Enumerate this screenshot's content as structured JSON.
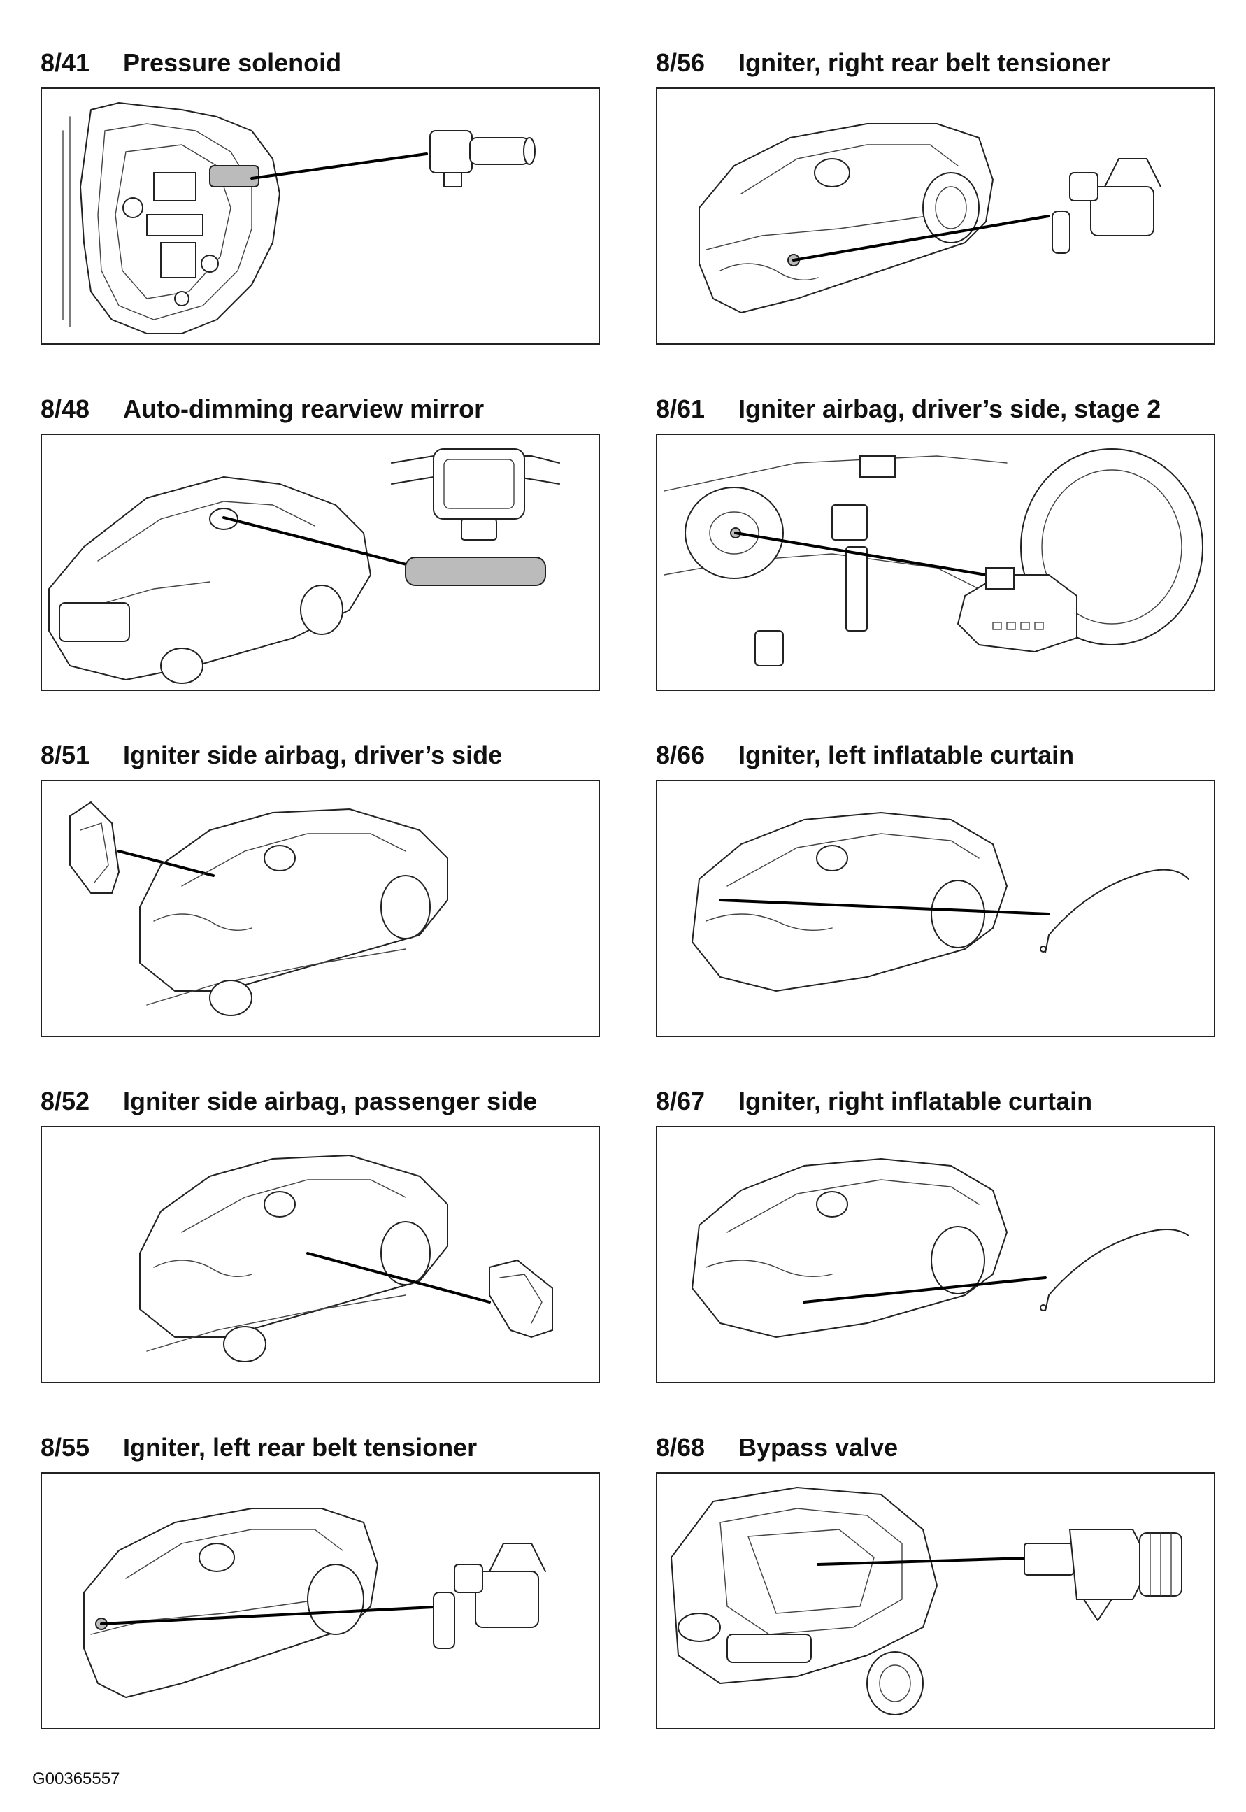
{
  "components": [
    {
      "code": "8/41",
      "name": "Pressure solenoid"
    },
    {
      "code": "8/56",
      "name": "Igniter, right rear belt tensioner"
    },
    {
      "code": "8/48",
      "name": "Auto-dimming rearview mirror"
    },
    {
      "code": "8/61",
      "name": "Igniter airbag, driver’s side, stage 2"
    },
    {
      "code": "8/51",
      "name": "Igniter side airbag, driver’s side"
    },
    {
      "code": "8/66",
      "name": "Igniter, left inflatable curtain"
    },
    {
      "code": "8/52",
      "name": "Igniter side airbag, passenger side"
    },
    {
      "code": "8/67",
      "name": "Igniter, right inflatable curtain"
    },
    {
      "code": "8/55",
      "name": "Igniter, left rear belt tensioner"
    },
    {
      "code": "8/68",
      "name": "Bypass valve"
    }
  ],
  "footer": {
    "figure_id": "G00365557"
  }
}
